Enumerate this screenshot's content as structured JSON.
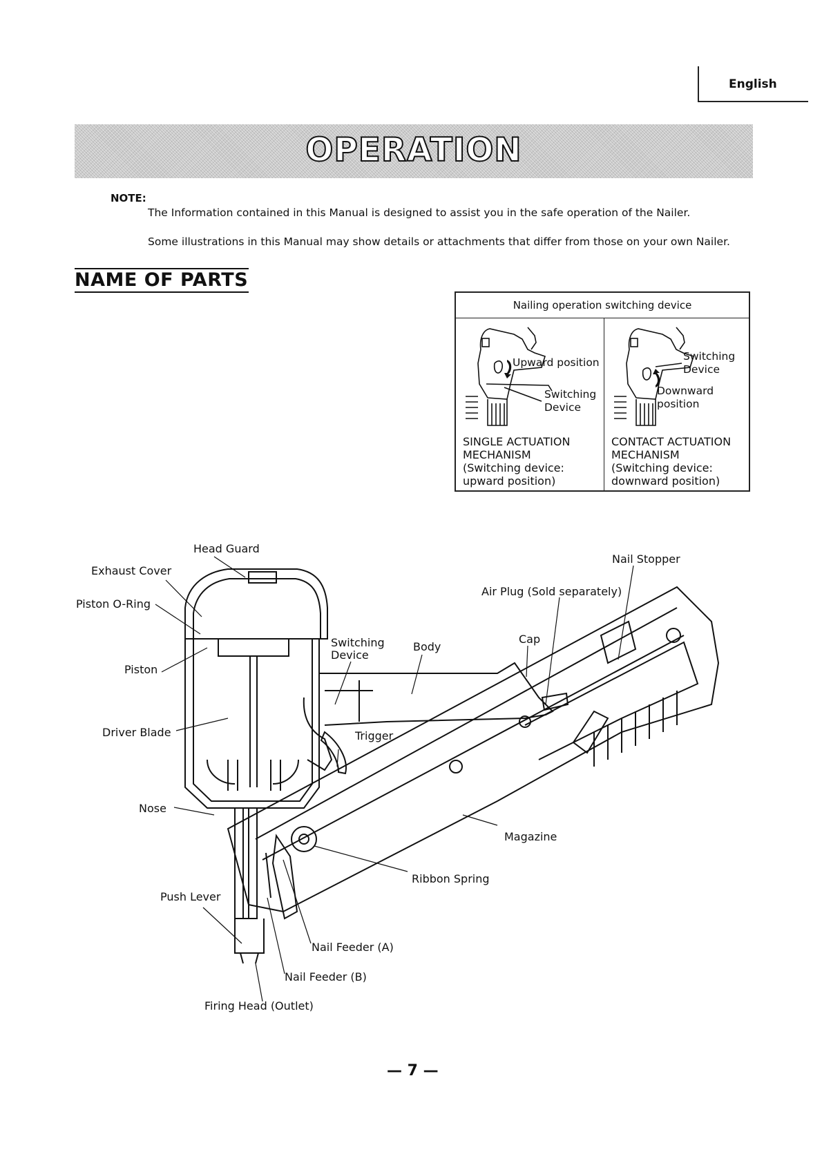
{
  "header": {
    "language": "English"
  },
  "banner": {
    "title": "OPERATION"
  },
  "note": {
    "label": "NOTE:",
    "lines": [
      "The Information contained in this Manual is designed to assist you in the safe operation of the Nailer.",
      "Some illustrations in this Manual may show details or attachments that differ from those on your own Nailer."
    ]
  },
  "section": {
    "title": "NAME OF PARTS"
  },
  "switching_table": {
    "title": "Nailing operation switching device",
    "left": {
      "position_label": "Upward position",
      "device_label_1": "Switching",
      "device_label_2": "Device",
      "mechanism": [
        "SINGLE ACTUATION",
        "MECHANISM",
        "(Switching device:",
        "upward position)"
      ]
    },
    "right": {
      "position_label_1": "Downward",
      "position_label_2": "position",
      "device_label_1": "Switching",
      "device_label_2": "Device",
      "mechanism": [
        "CONTACT ACTUATION",
        "MECHANISM",
        "(Switching device:",
        "downward position)"
      ]
    }
  },
  "parts": {
    "head_guard": "Head Guard",
    "exhaust_cover": "Exhaust Cover",
    "piston_o_ring": "Piston O-Ring",
    "piston": "Piston",
    "driver_blade": "Driver Blade",
    "nose": "Nose",
    "push_lever": "Push Lever",
    "switching_device_1": "Switching",
    "switching_device_2": "Device",
    "body": "Body",
    "trigger": "Trigger",
    "nail_stopper": "Nail Stopper",
    "air_plug": "Air Plug (Sold separately)",
    "cap": "Cap",
    "magazine": "Magazine",
    "ribbon_spring": "Ribbon Spring",
    "nail_feeder_a": "Nail Feeder (A)",
    "nail_feeder_b": "Nail Feeder (B)",
    "firing_head": "Firing Head (Outlet)"
  },
  "footer": {
    "page_number": "— 7 —"
  }
}
